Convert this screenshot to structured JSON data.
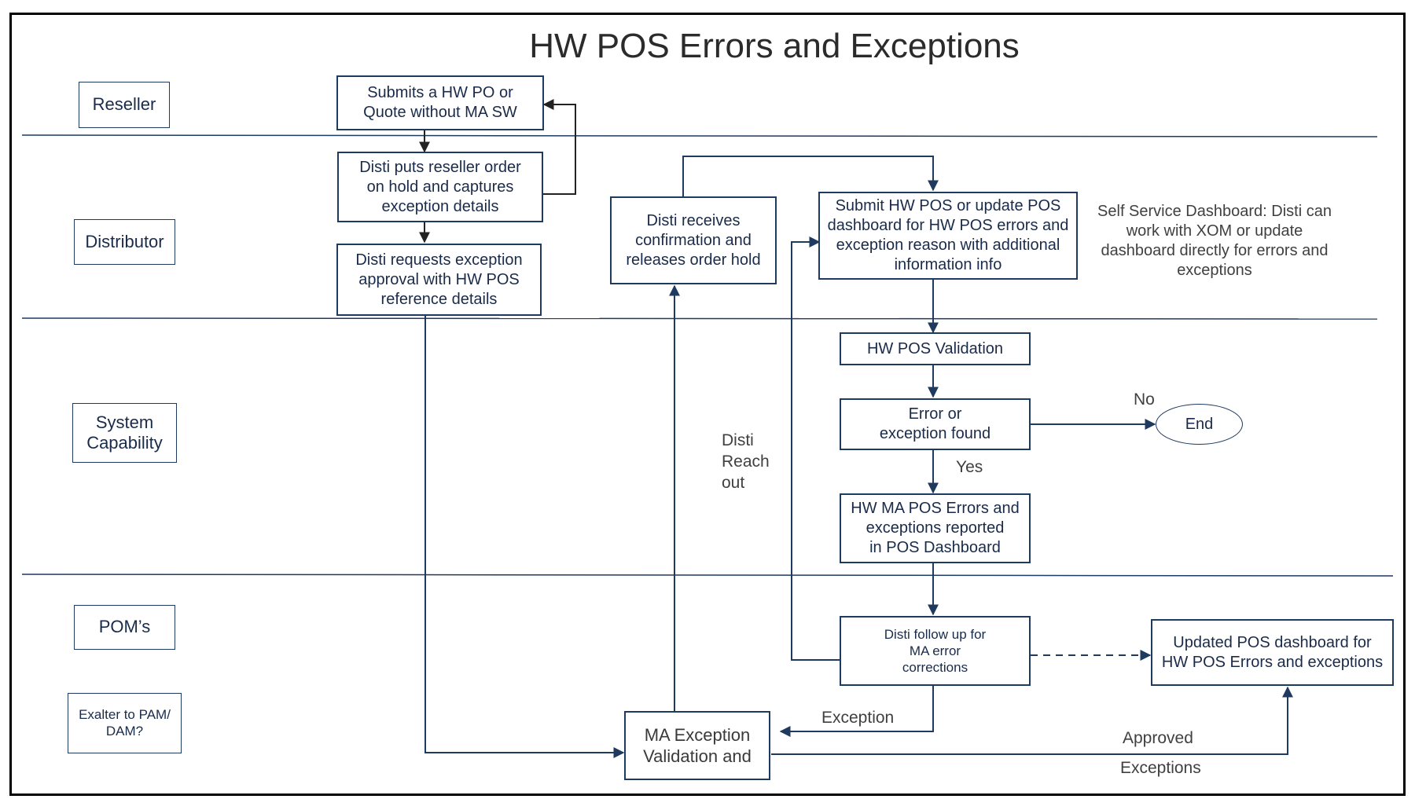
{
  "title": "HW POS Errors and Exceptions",
  "lanes": {
    "reseller": "Reseller",
    "distributor": "Distributor",
    "system": "System\nCapability",
    "poms": "POM’s",
    "escalate": "Exalter to PAM/\nDAM?"
  },
  "steps": {
    "submit_po": "Submits a HW PO or\nQuote without MA SW",
    "hold_order": "Disti puts reseller order\non hold and captures\nexception details",
    "request_approval": "Disti requests exception\napproval with HW POS\nreference details",
    "release_hold": "Disti receives\nconfirmation and\nreleases order hold",
    "submit_update": "Submit HW POS or update POS\ndashboard for HW POS errors and\nexception reason with additional\ninformation info",
    "validation": "HW POS Validation",
    "error_found": "Error or\nexception found",
    "end": "End",
    "reported": "HW MA POS Errors and\nexceptions reported\nin POS Dashboard",
    "follow_up": "Disti follow up for\nMA error\ncorrections",
    "updated_dashboard": "Updated POS dashboard for\nHW POS Errors and exceptions",
    "ma_validation": "MA Exception\nValidation and"
  },
  "annotations": {
    "self_service": "Self Service Dashboard: Disti can\nwork with XOM or update\ndashboard directly for errors and\nexceptions",
    "no": "No",
    "yes": "Yes",
    "reach_out": "Disti\nReach\nout",
    "exception": "Exception",
    "approved": "Approved",
    "exceptions": "Exceptions"
  },
  "colors": {
    "line": "#1f3a5f",
    "text": "#1a2b4a",
    "frame": "#000000"
  }
}
